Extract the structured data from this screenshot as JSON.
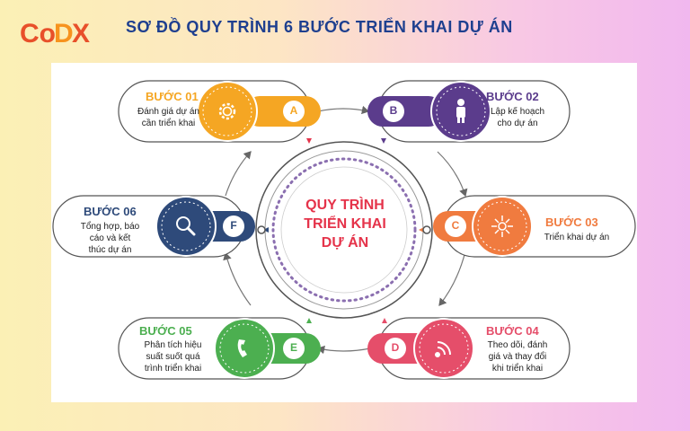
{
  "brand": {
    "logo_text": "CoDX"
  },
  "title": "SƠ ĐỒ QUY TRÌNH 6 BƯỚC TRIỂN KHAI DỰ ÁN",
  "center": {
    "line1": "QUY TRÌNH",
    "line2": "TRIỂN KHAI",
    "line3": "DỰ ÁN"
  },
  "colors": {
    "step1": "#f5a623",
    "step2": "#5b3c8c",
    "step3": "#f07b3f",
    "step4": "#e54e6a",
    "step5": "#4caf50",
    "step6": "#2e4a7a",
    "title": "#1e3f8f",
    "center_text": "#e5334a"
  },
  "steps": [
    {
      "letter": "A",
      "title": "BƯỚC 01",
      "desc_lines": [
        "Đánh giá dự án",
        "cần triển khai"
      ],
      "icon": "gear-icon"
    },
    {
      "letter": "B",
      "title": "BƯỚC 02",
      "desc_lines": [
        "Lập kế hoạch",
        "cho dự án"
      ],
      "icon": "person-icon"
    },
    {
      "letter": "C",
      "title": "BƯỚC 03",
      "desc_lines": [
        "Triển khai dự án"
      ],
      "icon": "sunburst-icon"
    },
    {
      "letter": "D",
      "title": "BƯỚC 04",
      "desc_lines": [
        "Theo dõi, đánh",
        "giá và thay đổi",
        "khi triển khai"
      ],
      "icon": "rss-icon"
    },
    {
      "letter": "E",
      "title": "BƯỚC 05",
      "desc_lines": [
        "Phân tích hiệu",
        "suất suốt quá",
        "trình triển khai"
      ],
      "icon": "phone-icon"
    },
    {
      "letter": "F",
      "title": "BƯỚC 06",
      "desc_lines": [
        "Tổng hợp, báo",
        "cáo và kết",
        "thúc dự án"
      ],
      "icon": "search-icon"
    }
  ]
}
